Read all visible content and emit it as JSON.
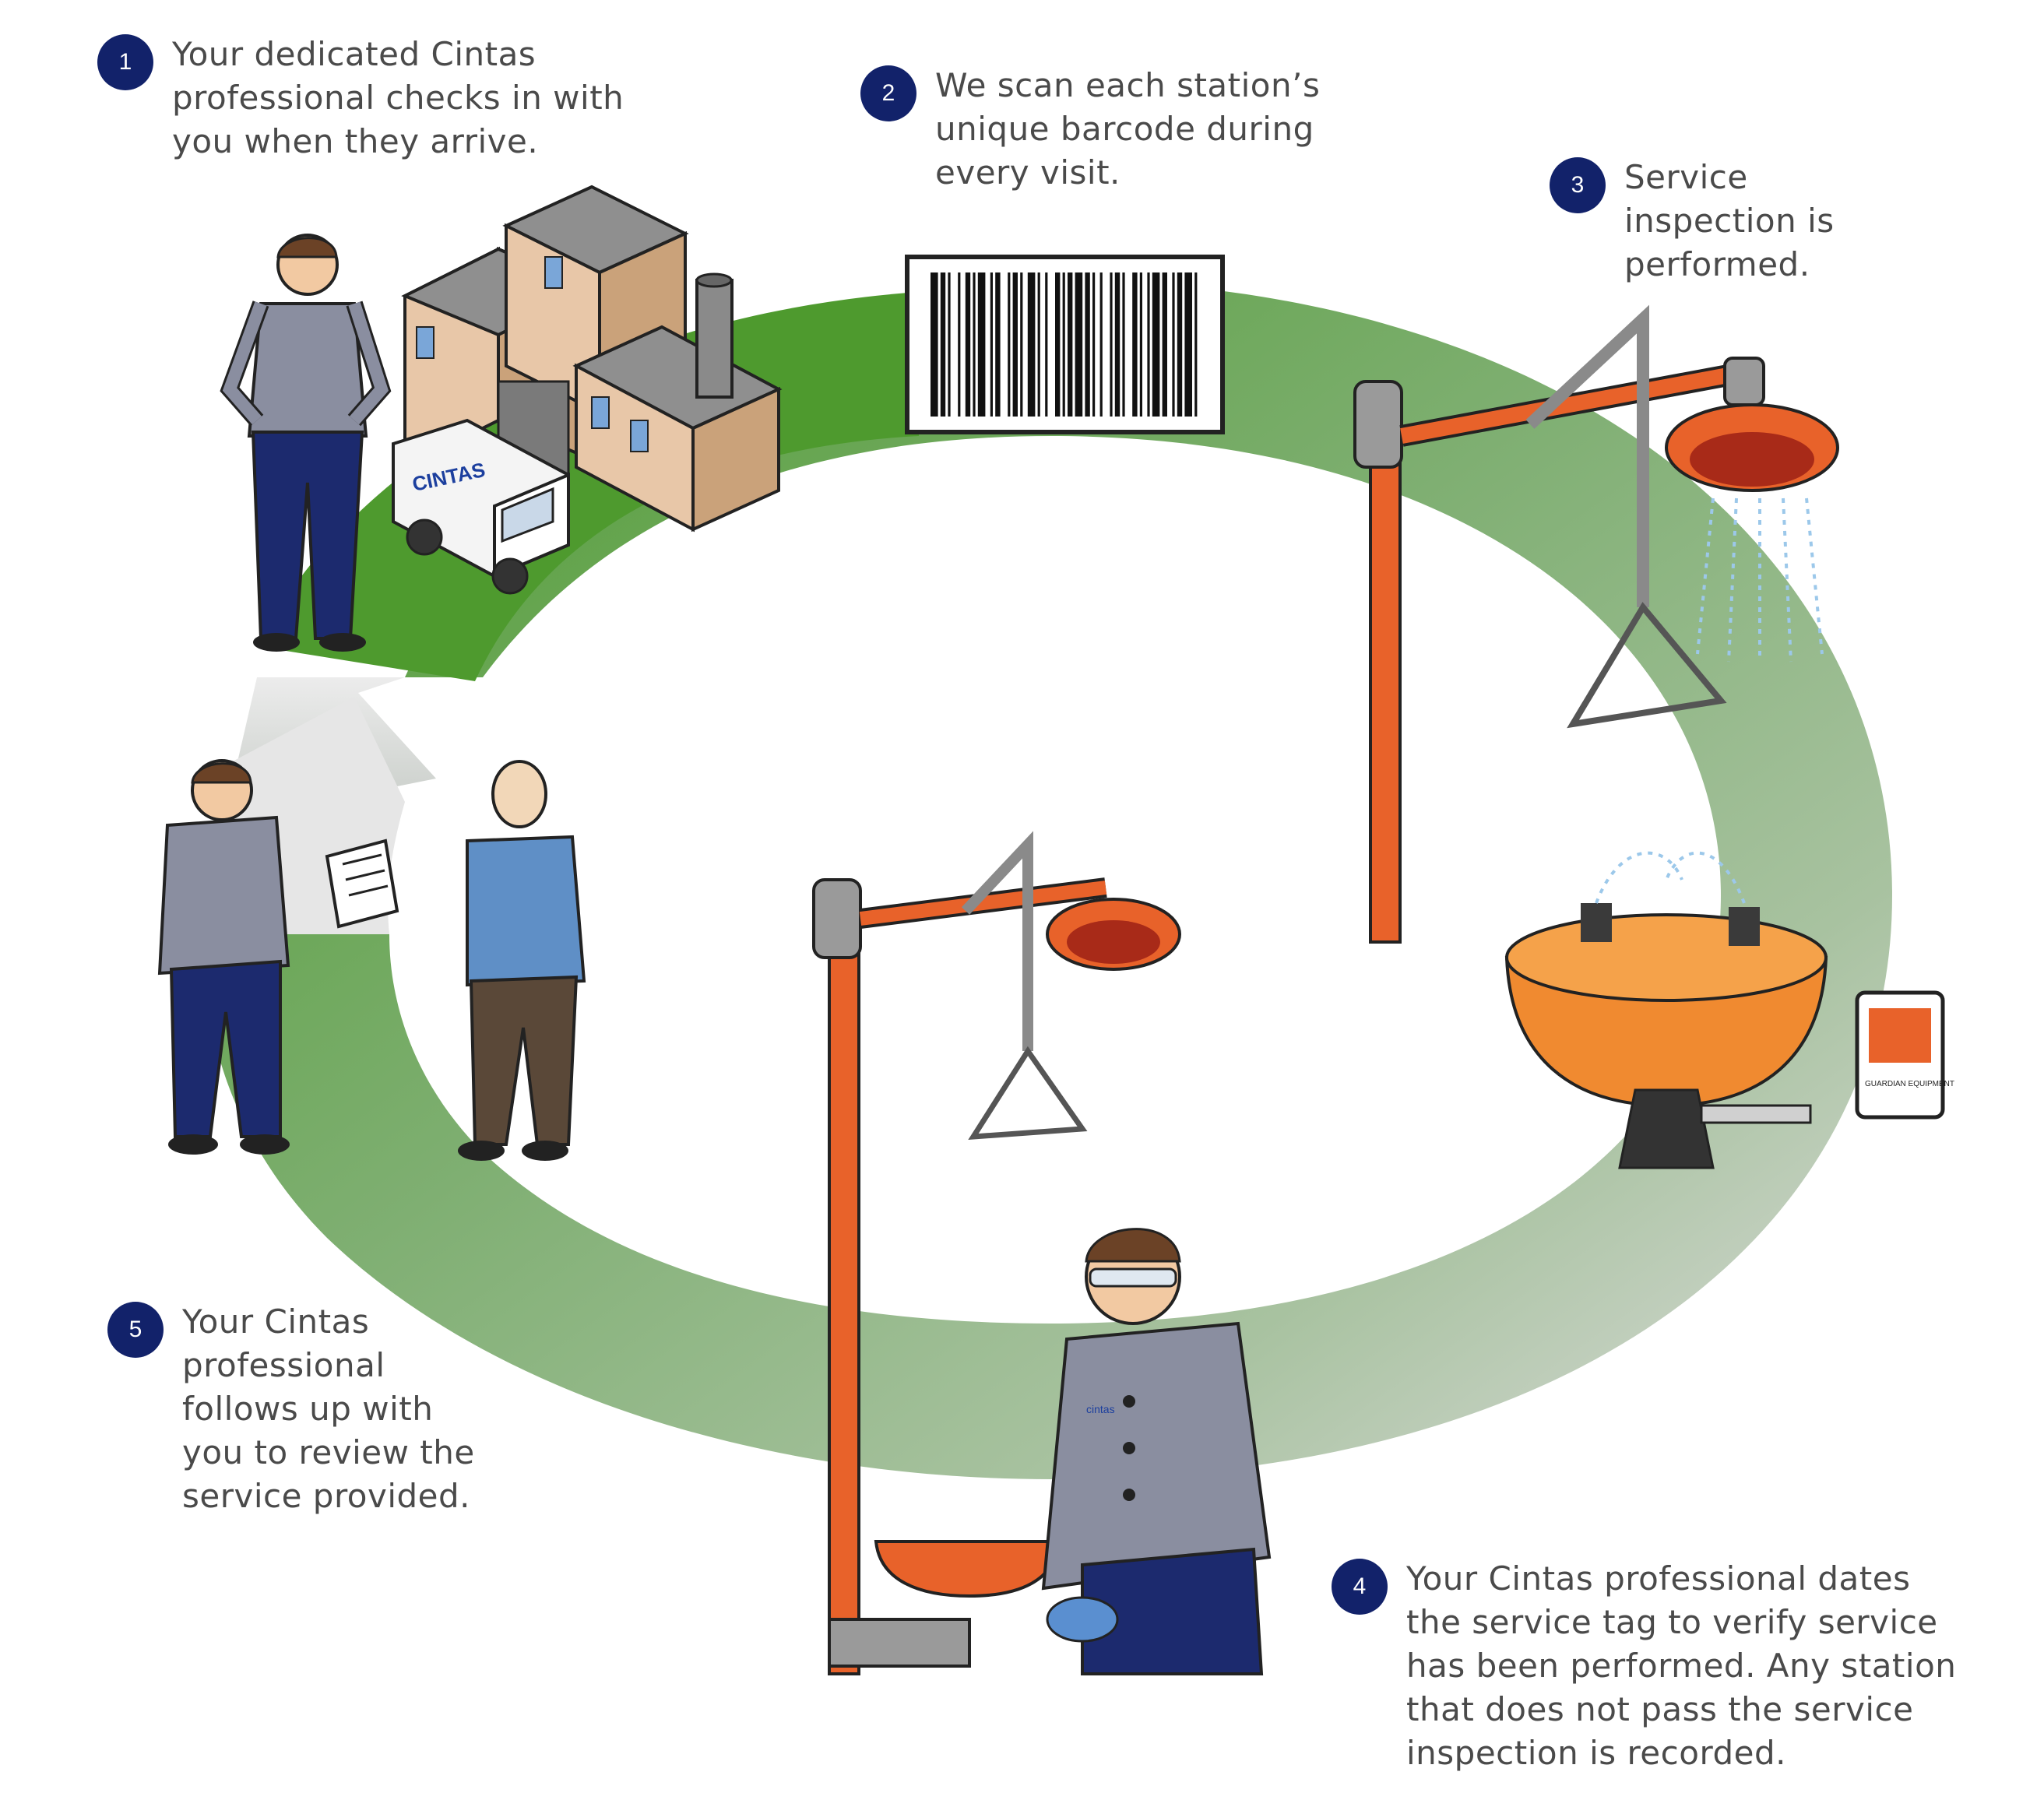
{
  "steps": [
    {
      "number": "1",
      "text": "Your dedicated Cintas professional checks in with you when they arrive."
    },
    {
      "number": "2",
      "text": "We scan each station’s unique barcode during every visit."
    },
    {
      "number": "3",
      "text": "Service inspection is performed."
    },
    {
      "number": "4",
      "text": "Your Cintas professional dates the service tag to verify service has been performed. Any station that does not pass the service inspection is recorded."
    },
    {
      "number": "5",
      "text": "Your Cintas professional follows up with you to review the service provided."
    }
  ],
  "brand": {
    "van_logo": "CINTAS",
    "shirt_logo": "cintas",
    "sign_text": "GUARDIAN EQUIPMENT"
  },
  "colors": {
    "badge": "#12226a",
    "ring_start": "#4e9a2e",
    "ring_end": "#d6d6d6",
    "safety_orange": "#e8622a",
    "uniform_gray": "#8a8ea0",
    "pants_navy": "#1c2a6e"
  },
  "icons": [
    "building-icon",
    "van-icon",
    "barcode-icon",
    "shower-icon",
    "eyewash-icon",
    "technician-icon",
    "customer-icon",
    "clipboard-icon"
  ]
}
